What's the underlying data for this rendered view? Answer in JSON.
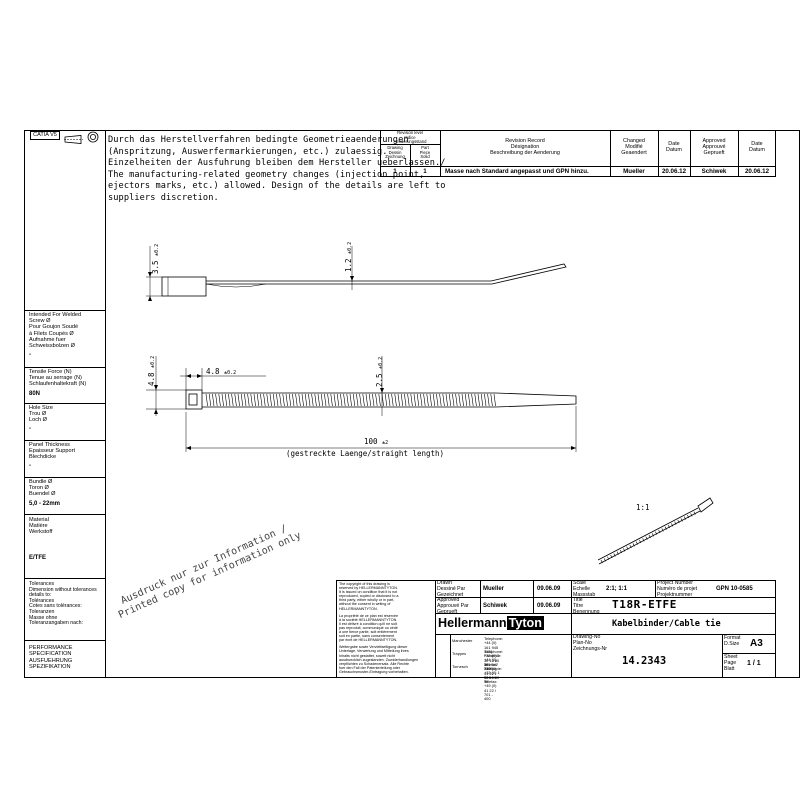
{
  "header": {
    "catia_label": "CATIA V5",
    "note_lines": [
      "Durch das Herstellverfahren bedingte Geometrieaenderungen",
      "(Anspritzung, Auswerfermarkierungen, etc.) zulaessig.",
      "Einzelheiten der Ausfuhrung bleiben dem Hersteller ueberlassen./",
      "The manufacturing-related geometry changes (injection point,",
      "ejectors marks, etc.) allowed. Design of the details are left to",
      "suppliers discretion."
    ]
  },
  "revision_table": {
    "revision_level": [
      "Revision level",
      "Indice",
      "Aenderungsstand"
    ],
    "drawing": [
      "Drawing",
      "Dessin",
      "Zeichnung"
    ],
    "part": [
      "Part",
      "Piece",
      "Solid"
    ],
    "record": [
      "Revision Record",
      "Désignation",
      "Beschreibung der Aenderung"
    ],
    "changed": [
      "Changed",
      "Modifié",
      "Geaendert"
    ],
    "date": [
      "Date",
      "Datum"
    ],
    "approved": [
      "Approved",
      "Approuvé",
      "Geprueft"
    ],
    "date2": [
      "Date",
      "Datum"
    ],
    "row": {
      "drawing": "1",
      "part": "1",
      "record": "Masse nach Standard angepasst und GPN hinzu.",
      "changed": "Mueller",
      "date": "20.06.12",
      "approved": "Schiwek",
      "date2": "20.06.12"
    }
  },
  "drawing": {
    "dim_height_top": "3.5",
    "dim_height_top_tol": "±0.2",
    "dim_thickness": "1.2",
    "dim_thickness_tol": "±0.2",
    "dim_height_side": "4.8",
    "dim_height_side_tol": "±0.2",
    "dim_width": "4.8",
    "dim_width_tol": "±0.2",
    "dim_band": "2.5",
    "dim_band_tol": "±0.2",
    "dim_length": "100",
    "dim_length_tol": "±2",
    "length_note": "(gestreckte Laenge/straight length)",
    "scale_label": "1:1"
  },
  "spec_column": {
    "welded": [
      "Intended For Welded",
      "Screw Ø",
      "Pour Goujon Soudé",
      "à Filets Coupés Ø",
      "Aufnahme fuer",
      "Schweissbolzen Ø"
    ],
    "welded_value": "-",
    "tensile": [
      "Tensile Force (N)",
      "Tenue au serrage (N)",
      "Schlaufenhaltekraft (N)"
    ],
    "tensile_value": "80N",
    "hole": [
      "Hole Size",
      "Trou Ø",
      "Loch Ø"
    ],
    "hole_value": "-",
    "panel": [
      "Panel Thickness",
      "Epaisseur Support",
      "Blechdicke"
    ],
    "panel_value": "-",
    "bundle": [
      "Bundle Ø",
      "Toron Ø",
      "Buendel Ø"
    ],
    "bundle_value": "5,0 - 22mm",
    "material": [
      "Material",
      "Matière",
      "Werkstoff"
    ],
    "material_value": "E/TFE",
    "tolerances": [
      "Tolerances",
      "Dimension without tolerances",
      "details to:",
      "Tolérances",
      "Cotes sans tolérances:",
      "Toleranzen",
      "Masse ohne",
      "Toleranzangaben nach:"
    ],
    "performance": [
      "PERFORMANCE",
      "SPECIFICATION",
      "AUSFUEHRUNG",
      "SPEZIFIKATION"
    ]
  },
  "stamp": {
    "line1": "Ausdruck nur zur Information /",
    "line2": "Printed copy for information only"
  },
  "title_block": {
    "copyright_en": [
      "The copyright of this drawing is",
      "reserved by HELLERMANNTYTON.",
      "It is issued on condition that it is not",
      "reproduced, copied or disclosed to a",
      "third party, either wholly or in part,",
      "without the consent in writing of",
      "HELLERMANNTYTON."
    ],
    "copyright_fr": [
      "La propriété de ce plan est réservée",
      "à la société HELLERMANNTYTON.",
      "Il est délivré à condition qu'il ne soit",
      "pas reproduit, communiqué ou cédé",
      "à une tierce partie, soit entièrement",
      "soit en partie, sans consentement",
      "par écrit de HELLERMANNTYTON."
    ],
    "copyright_de": [
      "Weitergabe sowie Vervielfaeltigung dieser",
      "Unterlage, Verwertung und Mitteilung ihres",
      "Inhalts nicht gestattet, soweit nicht",
      "ausdruecklich zugestanden. Zuwiderhandlungen",
      "verpflichten zu Schadenersatz. Alle Rechte",
      "fuer den Fall der Patenterteilung oder",
      "Gebrauchsmuster-Eintragung vorbehalten."
    ],
    "drawn_label": [
      "Drawn",
      "Dessiné Par",
      "Gezeichnet"
    ],
    "drawn_by": "Mueller",
    "drawn_date": "09.06.09",
    "approved_label": [
      "Approved",
      "Approuvé Par",
      "Geprueft"
    ],
    "approved_by": "Schiwek",
    "approved_date": "09.06.09",
    "scale_label": [
      "Scale",
      "Echelle",
      "Massstab"
    ],
    "scale_value": "2:1; 1:1",
    "project_label": [
      "Project Number",
      "Numéro de projet",
      "Projektnummer"
    ],
    "project_value": "GPN 10-0585",
    "title_label": [
      "Title",
      "Titre",
      "Benennung"
    ],
    "title_value": "T18R-ETFE",
    "subtitle": "Kabelbinder/Cable tie",
    "brand_left": "Hellermann",
    "brand_right": "Tyton",
    "drawing_no_label": [
      "Drawing-No",
      "Plan-No",
      "Zeichnungs-Nr"
    ],
    "drawing_no": "14.2343",
    "format_label": [
      "Format",
      "D.Size"
    ],
    "format_value": "A3",
    "sheet_label": [
      "Sheet",
      "Page",
      "Blatt"
    ],
    "sheet_value": "1 / 1",
    "offices": [
      {
        "city": "Manchester",
        "lines": [
          "Telephone: +44 (0) 161 945 4181",
          "Facsimile: +44 (0) 161 947 2209"
        ]
      },
      {
        "city": "Trappes",
        "lines": [
          "Telephone: +33 (0) 1 30 13 80 00",
          "Télécopie: +33 (0) 1 30 13 80 09"
        ]
      },
      {
        "city": "Tornesch",
        "lines": [
          "Telefon: +49 (0) 41 22 / 701 - 1",
          "Telefax: +49 (0) 41 22 / 701 - 400"
        ]
      }
    ]
  }
}
